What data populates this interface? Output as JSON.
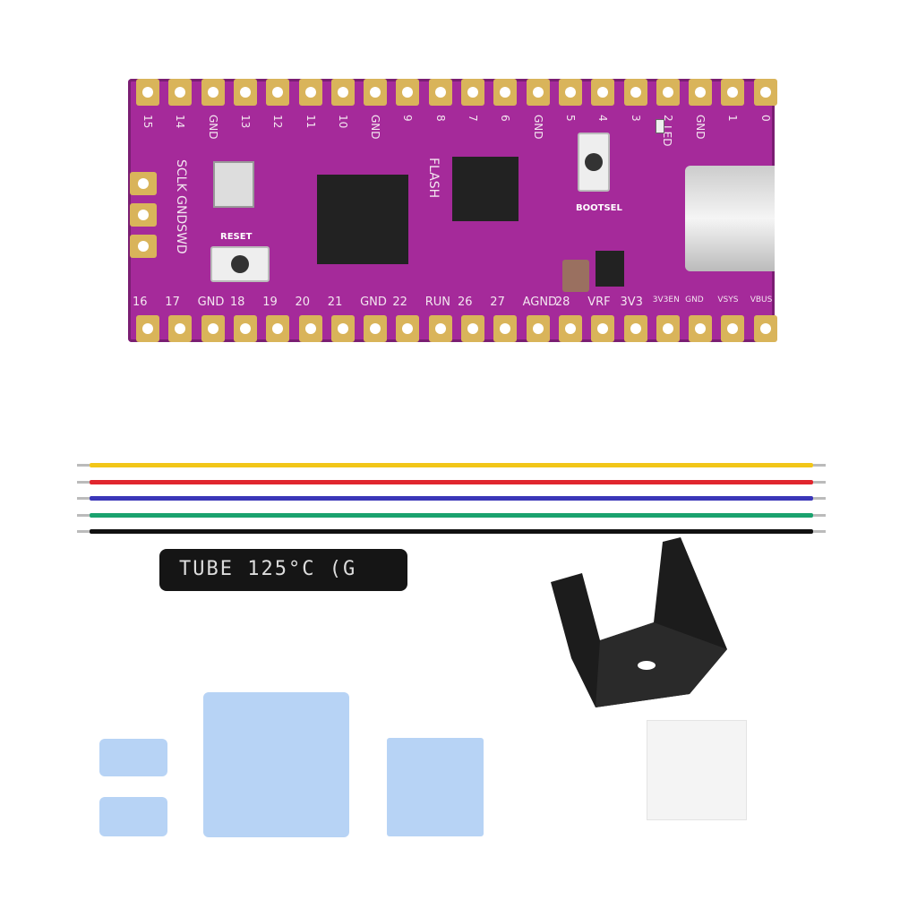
{
  "board": {
    "top_pins": [
      "15",
      "14",
      "GND",
      "13",
      "12",
      "11",
      "10",
      "GND",
      "9",
      "8",
      "7",
      "6",
      "GND",
      "5",
      "4",
      "3",
      "2",
      "GND",
      "1",
      "0"
    ],
    "bottom_pins": [
      "16",
      "17",
      "GND",
      "18",
      "19",
      "20",
      "21",
      "GND",
      "22",
      "RUN",
      "26",
      "27",
      "AGND",
      "28",
      "VRF",
      "3V3",
      "3V3EN",
      "GND",
      "VSYS",
      "VBUS"
    ],
    "debug_label": "SCLK GNDSWD",
    "flash_label": "FLASH",
    "bootsel_label": "BOOTSEL",
    "reset_label": "RESET",
    "led_label": "LED",
    "colors": {
      "pcb": "#a52a9a",
      "pads": "#d9b45a"
    }
  },
  "wires": {
    "colors": [
      "#f2c618",
      "#e0262e",
      "#3a36b8",
      "#1aa26e",
      "#111111"
    ]
  },
  "tube": {
    "text": "TUBE 125°C (G"
  },
  "thermal_pads": {
    "color": "#b7d3f5"
  }
}
